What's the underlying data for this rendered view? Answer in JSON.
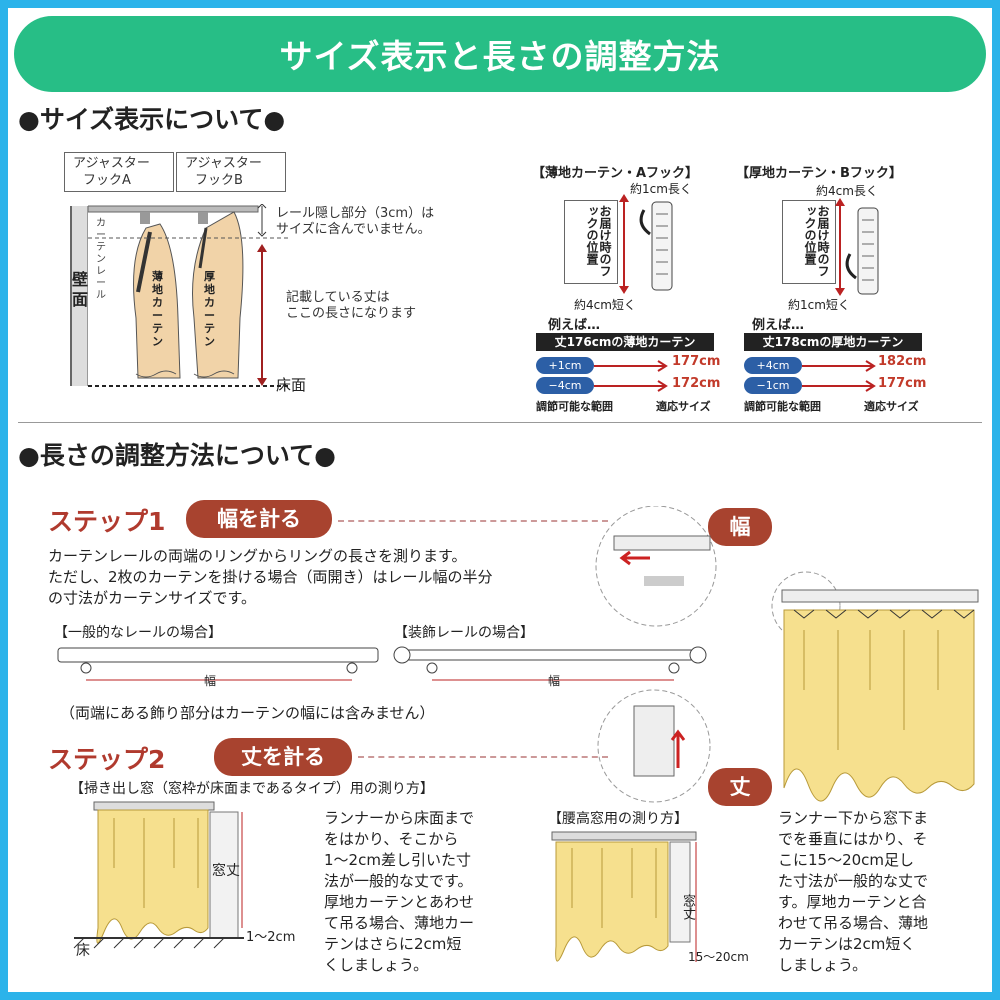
{
  "title": "サイズ表示と長さの調整方法",
  "sec1": {
    "heading": "●サイズ表示について●"
  },
  "adjuster": {
    "a": [
      "アジャスター",
      "フックA"
    ],
    "b": [
      "アジャスター",
      "フックB"
    ]
  },
  "wall": "壁面",
  "rail": "カーテンレール",
  "thin_curtain": "薄地カーテン",
  "thick_curtain": "厚地カーテン",
  "rail_note": [
    "レール隠し部分（3cm）は",
    "サイズに含んでいません。"
  ],
  "length_note": [
    "記載している丈は",
    "ここの長さになります"
  ],
  "floor": "床面",
  "afook": {
    "title": "【薄地カーテン・Aフック】",
    "longer": "約1cm長く",
    "shorter": "約4cm短く",
    "label": [
      "お届け時の",
      "フックの位置"
    ],
    "example": "例えば…",
    "bar": "丈176cmの薄地カーテン",
    "plus": "+1cm",
    "minus": "−4cm",
    "high": "177cm",
    "low": "172cm",
    "range": "調節可能な範囲",
    "fit": "適応サイズ"
  },
  "bfook": {
    "title": "【厚地カーテン・Bフック】",
    "longer": "約4cm長く",
    "shorter": "約1cm短く",
    "label": [
      "お届け時の",
      "フックの位置"
    ],
    "example": "例えば…",
    "bar": "丈178cmの厚地カーテン",
    "plus": "+4cm",
    "minus": "−1cm",
    "high": "182cm",
    "low": "177cm",
    "range": "調節可能な範囲",
    "fit": "適応サイズ"
  },
  "sec2": {
    "heading": "●長さの調整方法について●"
  },
  "step1": {
    "label": "ステップ1",
    "tag": "幅を計る",
    "text": [
      "カーテンレールの両端のリングからリングの長さを測ります。",
      "ただし、2枚のカーテンを掛ける場合（両開き）はレール幅の半分",
      "の寸法がカーテンサイズです。"
    ],
    "general": "【一般的なレールの場合】",
    "deco": "【装飾レールの場合】",
    "width": "幅",
    "note": "（両端にある飾り部分はカーテンの幅には含みません）",
    "side_tag": "幅"
  },
  "step2": {
    "label": "ステップ2",
    "tag": "丈を計る",
    "side_tag": "丈",
    "sweep": {
      "title": "【掃き出し窓（窓枠が床面まであるタイプ）用の測り方】",
      "window_len": "窓丈",
      "gap": "1〜2cm",
      "floor": "床",
      "text": [
        "ランナーから床面まで",
        "をはかり、そこから",
        "1〜2cm差し引いた寸",
        "法が一般的な丈です。",
        "厚地カーテンとあわせ",
        "て吊る場合、薄地カー",
        "テンはさらに2cm短",
        "くしましょう。"
      ]
    },
    "waist": {
      "title": "【腰高窓用の測り方】",
      "window_len": "窓丈",
      "gap": "15〜20cm",
      "text": [
        "ランナー下から窓下ま",
        "でを垂直にはかり、そ",
        "こに15〜20cm足し",
        "た寸法が一般的な丈で",
        "す。厚地カーテンと合",
        "わせて吊る場合、薄地",
        "カーテンは2cm短く",
        "しましょう。"
      ]
    }
  },
  "colors": {
    "banner": "#27be86",
    "frame": "#2bb3ea",
    "step": "#b03a2e",
    "tag": "#a8432f",
    "pill": "#2c5fa6"
  }
}
